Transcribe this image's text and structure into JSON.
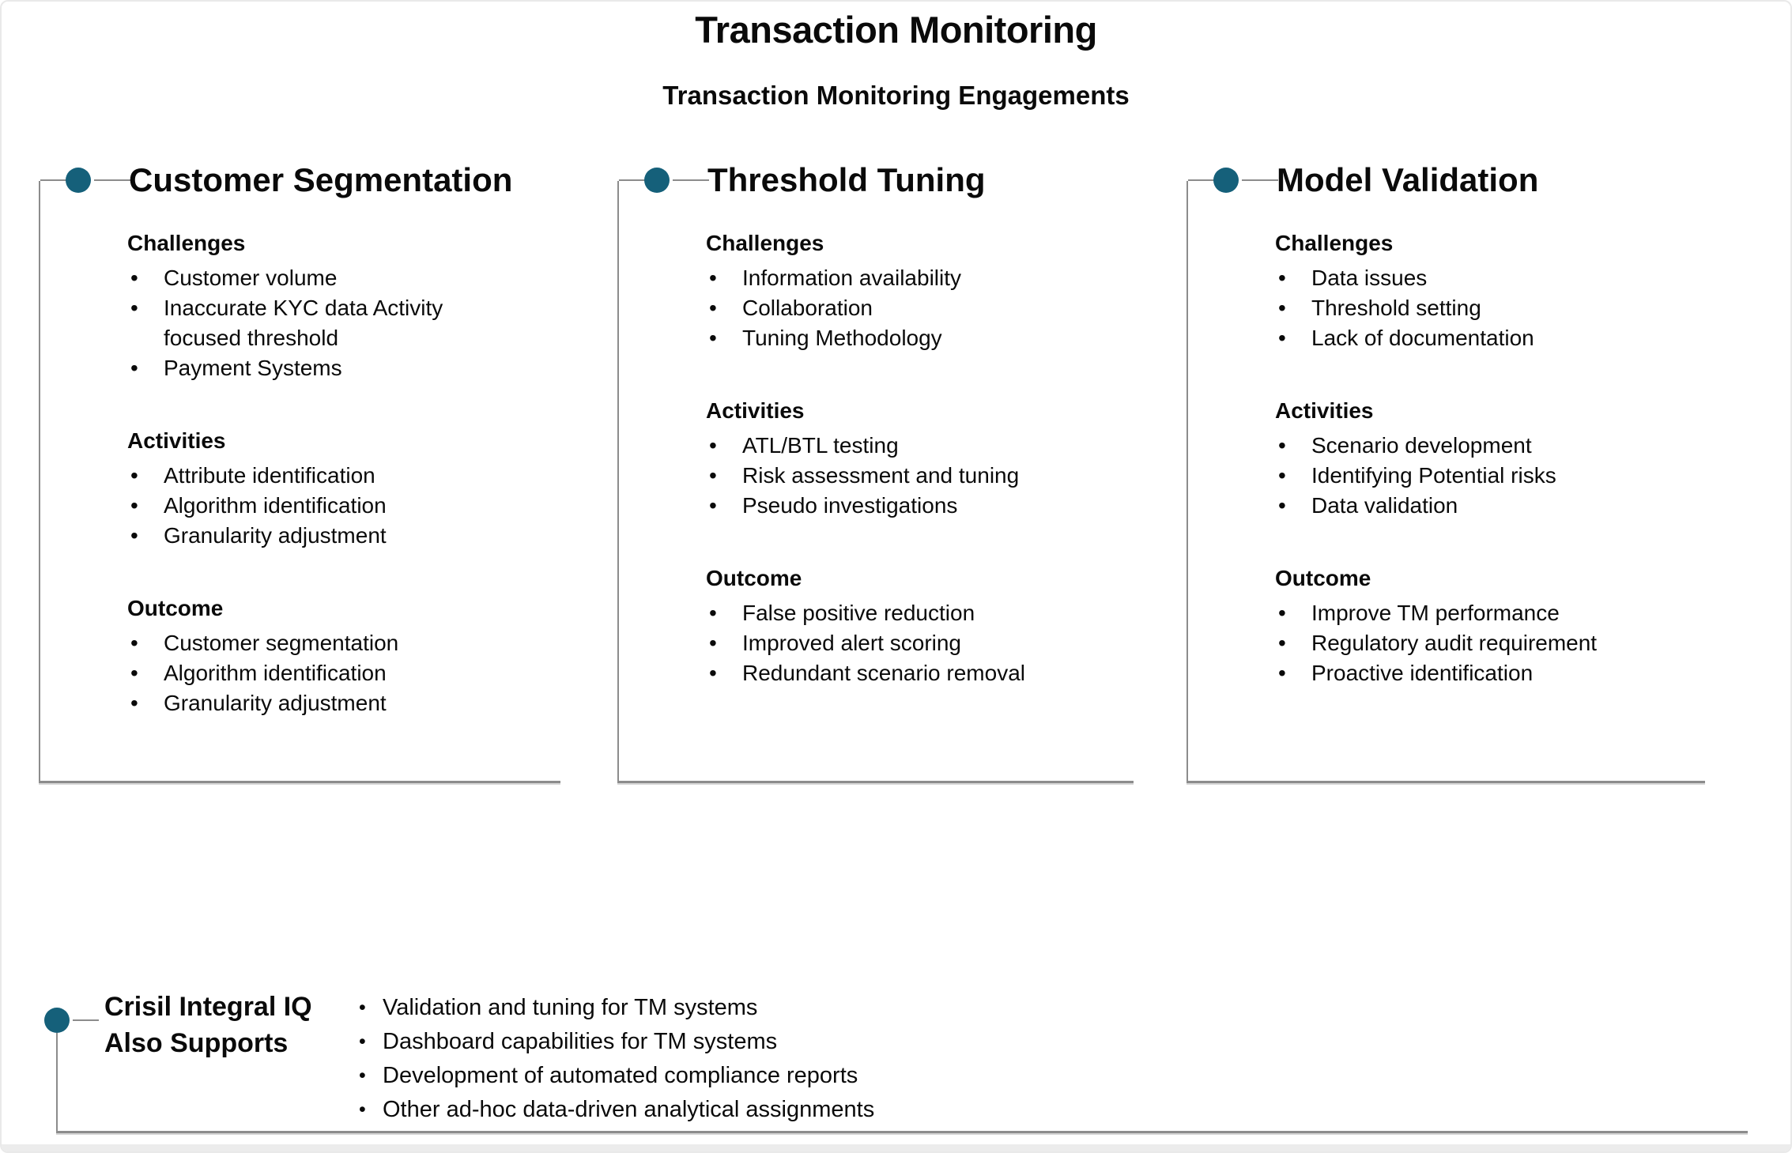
{
  "header": {
    "title": "Transaction Monitoring",
    "subtitle": "Transaction Monitoring Engagements"
  },
  "columns": [
    {
      "title": "Customer Segmentation",
      "sections": [
        {
          "heading": "Challenges",
          "items": [
            "Customer volume",
            "Inaccurate KYC data Activity focused threshold",
            "Payment Systems"
          ]
        },
        {
          "heading": "Activities",
          "items": [
            "Attribute identification",
            "Algorithm identification",
            "Granularity adjustment"
          ]
        },
        {
          "heading": "Outcome",
          "items": [
            "Customer segmentation",
            "Algorithm identification",
            "Granularity adjustment"
          ]
        }
      ]
    },
    {
      "title": "Threshold Tuning",
      "sections": [
        {
          "heading": "Challenges",
          "items": [
            "Information availability",
            "Collaboration",
            "Tuning Methodology"
          ]
        },
        {
          "heading": "Activities",
          "items": [
            "ATL/BTL testing",
            "Risk assessment and tuning",
            "Pseudo investigations"
          ]
        },
        {
          "heading": "Outcome",
          "items": [
            "False positive reduction",
            "Improved alert scoring",
            "Redundant scenario removal"
          ]
        }
      ]
    },
    {
      "title": "Model Validation",
      "sections": [
        {
          "heading": "Challenges",
          "items": [
            "Data issues",
            "Threshold setting",
            "Lack of documentation"
          ]
        },
        {
          "heading": "Activities",
          "items": [
            "Scenario development",
            "Identifying Potential risks",
            "Data validation"
          ]
        },
        {
          "heading": "Outcome",
          "items": [
            "Improve TM performance",
            "Regulatory audit requirement",
            "Proactive identification"
          ]
        }
      ]
    }
  ],
  "bottom": {
    "title_line1": "Crisil Integral IQ",
    "title_line2": "Also Supports",
    "items": [
      "Validation and tuning for TM systems",
      "Dashboard capabilities for TM systems",
      "Development of automated compliance reports",
      "Other ad-hoc data-driven analytical assignments"
    ]
  },
  "colors": {
    "accent_teal": "#15607a",
    "line_gray": "#8c8c8c"
  }
}
